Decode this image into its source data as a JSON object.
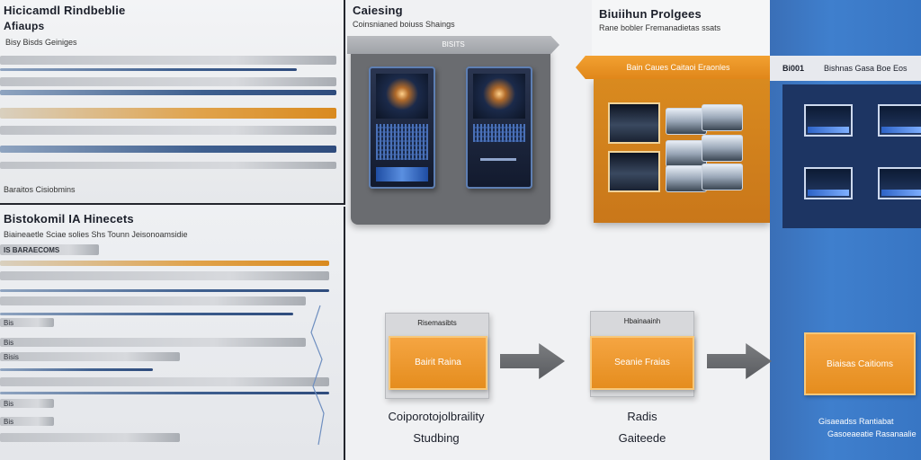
{
  "left_top": {
    "title": "Hicicamdl Rindbeblie",
    "subtitle": "Afiaups",
    "caption": "Bisy Bisds Geiniges",
    "bottom_label": "Baraitos  Cisiobmins",
    "bars": [
      {
        "label": "",
        "style": "gray"
      },
      {
        "label": "",
        "style": "blue"
      },
      {
        "label": "",
        "style": "gray"
      },
      {
        "label": "",
        "style": "orange"
      },
      {
        "label": "",
        "style": "gray"
      },
      {
        "label": "",
        "style": "blue"
      },
      {
        "label": "",
        "style": "gray"
      }
    ]
  },
  "left_bottom": {
    "title": "Bistokomil IA Hinecets",
    "subtitle": "Biaineaetle  Sciae solies  Shs  Tounn  Jeisonoamsidie",
    "bar_label": "IS BARAECOMS",
    "small_labels": [
      "Bis",
      "Bis",
      "Bisis",
      "Bis",
      "Bis"
    ]
  },
  "center": {
    "title": "Caiesing",
    "subtitle": "Coinsnianed boiuss  Shaings",
    "banner": "BISITS",
    "step1_cap": "Risemasibts",
    "step1_box": "Bairit Raina",
    "step1_caption": "Coiporotojolbraility",
    "step1_sub": "Studbing"
  },
  "orange": {
    "title": "Biuiihun Prolgees",
    "subtitle": "Rane bobler Fremanadietas ssats",
    "banner": "Bain Caues Caitaoi Eraonles",
    "step2_cap": "Hbainaainh",
    "step2_box": "Seanie Fraias",
    "step2_caption": "Radis",
    "step2_sub": "Gaiteede"
  },
  "blue": {
    "strip_id": "Bi001",
    "strip_text": "Bishnas  Gasa Boe  Eos",
    "step3_box": "Biaisas Caitioms",
    "notes": [
      "Gisaeadss Rantiabat",
      "Gasoeaeatie Rasanaalie"
    ]
  },
  "colors": {
    "accent_orange": "#e58d1e",
    "accent_blue": "#3f7fcd",
    "dark": "#22252c"
  }
}
